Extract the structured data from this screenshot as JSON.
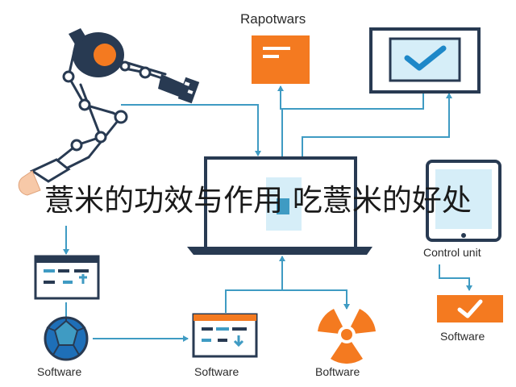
{
  "overlay_title": "薏米的功效与作用 吃薏米的好处",
  "labels": {
    "top_doc": "Rapotwars",
    "control_unit": "Control unit",
    "software_left": "Software",
    "software_middle": "Software",
    "boftware": "Boftware",
    "software_right": "Software"
  },
  "colors": {
    "orange": "#f47a20",
    "navy": "#283a52",
    "arrow_blue": "#3f9bc3",
    "screen_blue": "#d6eef8",
    "check_blue": "#1e88c8"
  }
}
